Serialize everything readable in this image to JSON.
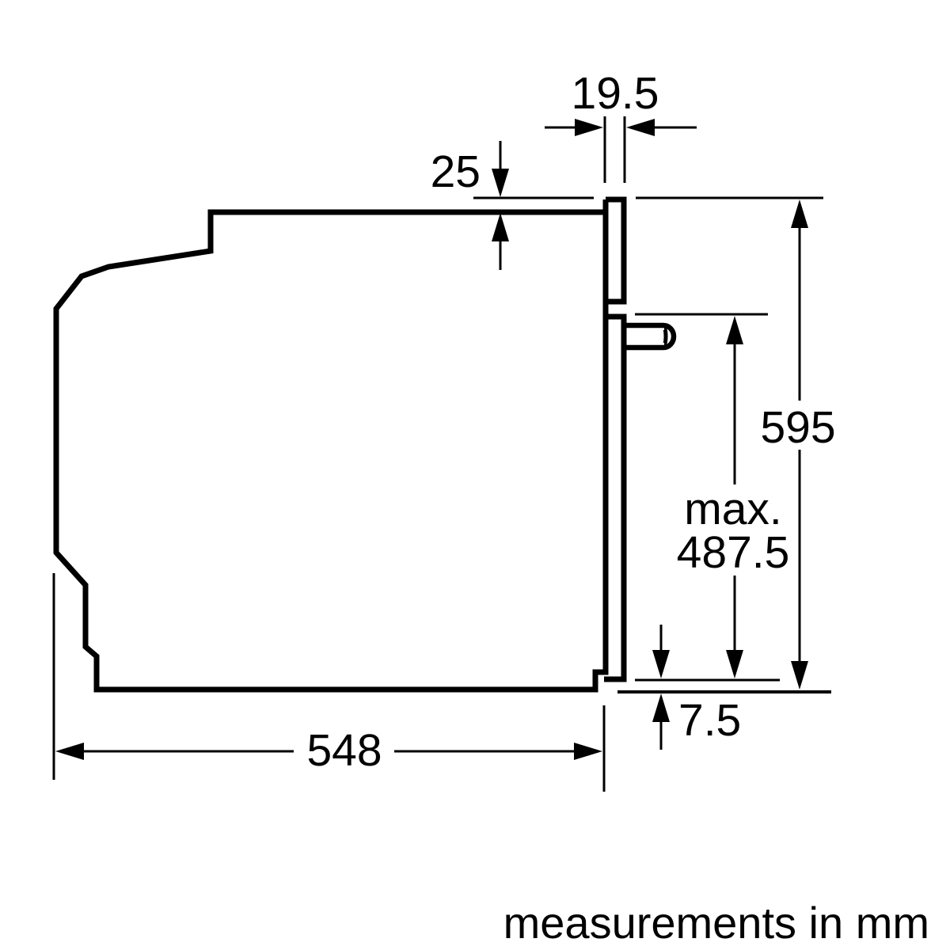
{
  "diagram": {
    "type": "appliance-installation-dimension-drawing",
    "footer_note": "measurements in mm",
    "dimensions": {
      "panel_protrusion_depth": "19.5",
      "top_setback": "25",
      "front_total_height": "595",
      "max_label": "max.",
      "max_value": "487.5",
      "bottom_gap": "7.5",
      "body_depth": "548"
    },
    "colors": {
      "line": "#000000",
      "background": "#ffffff"
    }
  }
}
